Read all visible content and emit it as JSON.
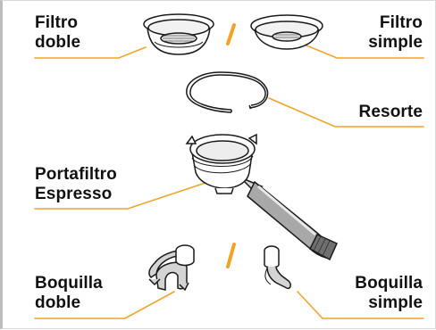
{
  "labels": {
    "filtro_doble": [
      "Filtro",
      "doble"
    ],
    "filtro_simple": [
      "Filtro",
      "simple"
    ],
    "resorte": [
      "Resorte"
    ],
    "portafiltro": [
      "Portafiltro",
      "Espresso"
    ],
    "boquilla_doble": [
      "Boquilla",
      "doble"
    ],
    "boquilla_simple": [
      "Boquilla",
      "simple"
    ]
  },
  "colors": {
    "accent": "#f0a328",
    "outline": "#1a1a1a",
    "label_text": "#111111",
    "background": "#ffffff"
  }
}
